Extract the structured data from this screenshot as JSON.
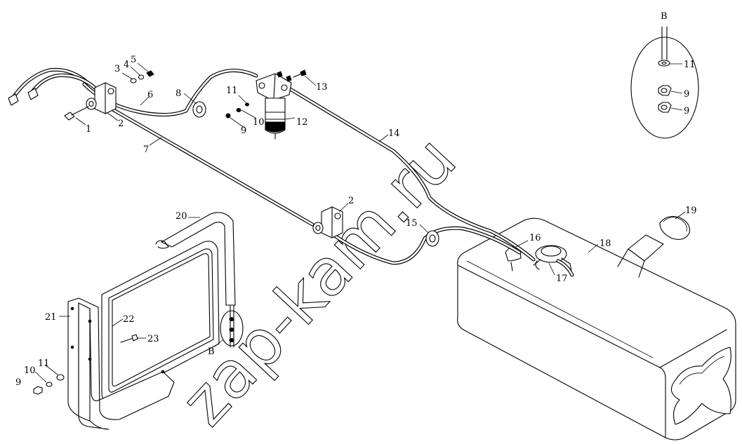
{
  "watermark": "zap-kam.ru",
  "detail_view": {
    "title": "B"
  },
  "callouts": {
    "c1": "1",
    "c2a": "2",
    "c2b": "2",
    "c3": "3",
    "c4": "4",
    "c5": "5",
    "c6": "6",
    "c7": "7",
    "c8": "8",
    "c9a": "9",
    "c9b": "9",
    "c9c": "9",
    "c9d": "9",
    "c10a": "10",
    "c10b": "10",
    "c11a": "11",
    "c11b": "11",
    "c11c": "11",
    "c12": "12",
    "c13": "13",
    "c14": "14",
    "c15": "15",
    "c16": "16",
    "c17": "17",
    "c18": "18",
    "c19": "19",
    "c20": "20",
    "c21": "21",
    "c22": "22",
    "c23": "23",
    "cB": "B"
  }
}
